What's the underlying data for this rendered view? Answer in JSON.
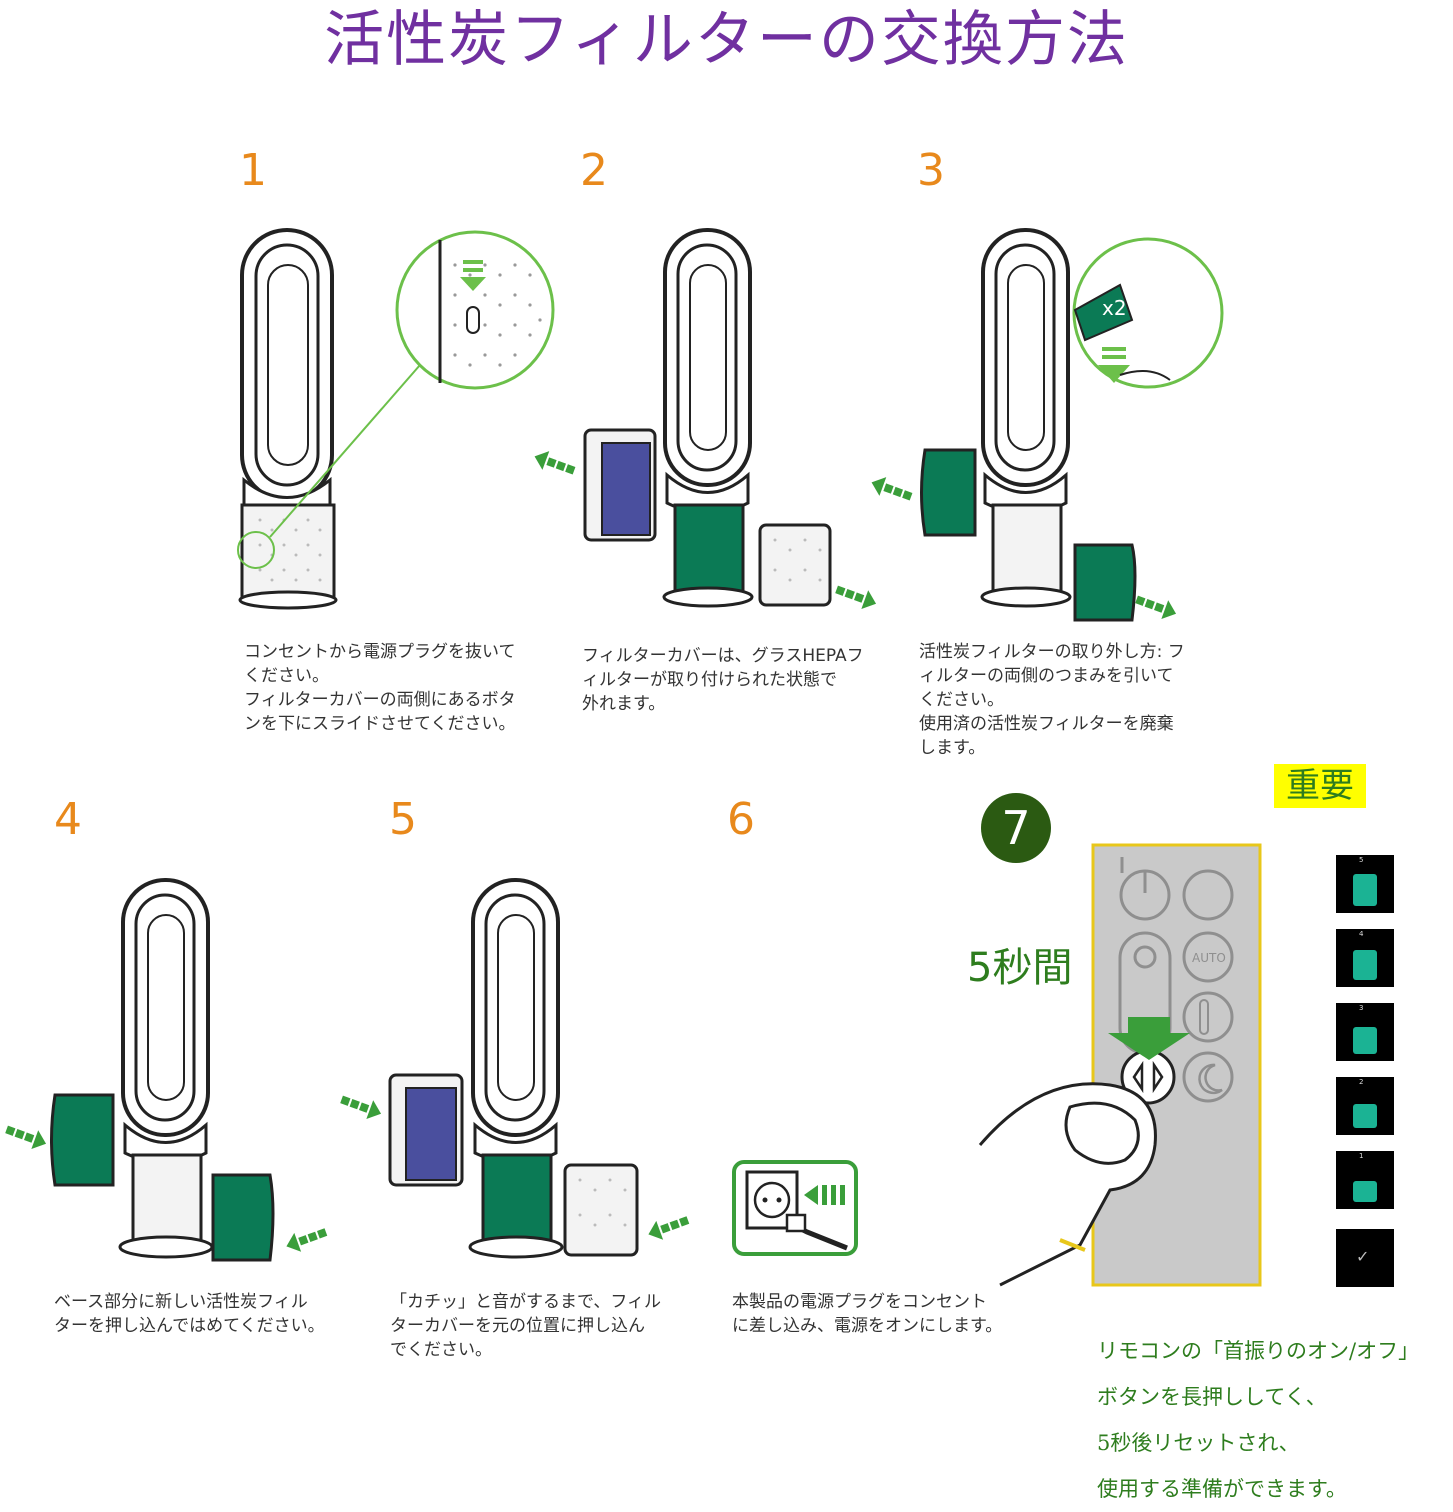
{
  "title": "活性炭フィルターの交換方法",
  "steps": [
    {
      "number": "1",
      "caption": "コンセントから電源プラグを抜いて\nください。\nフィルターカバーの両側にあるボタ\nンを下にスライドさせてください。"
    },
    {
      "number": "2",
      "caption": "フィルターカバーは、グラスHEPAフ\nィルターが取り付けられた状態で\n外れます。"
    },
    {
      "number": "3",
      "caption": "活性炭フィルターの取り外し方: フ\nィルターの両側のつまみを引いて\nください。\n使用済の活性炭フィルターを廃棄\nします。"
    },
    {
      "number": "4",
      "caption": "ベース部分に新しい活性炭フィル\nターを押し込んではめてください。"
    },
    {
      "number": "5",
      "caption": "「カチッ」と音がするまで、フィル\nターカバーを元の位置に押し込ん\nでください。"
    },
    {
      "number": "6",
      "caption": "本製品の電源プラグをコンセント\nに差し込み、電源をオンにします。"
    }
  ],
  "step7": {
    "number": "7",
    "important_label": "重要",
    "duration_label": "5秒間",
    "remote_auto_label": "AUTO",
    "callout_multiplier": "x2",
    "note_lines": [
      "リモコンの「首振りのオン/オフ」",
      "ボタンを長押ししてく、",
      "5秒後リセットされ、",
      "使用する準備ができます。"
    ],
    "reset_sequence": [
      "5",
      "4",
      "3",
      "2",
      "1",
      "✓"
    ]
  },
  "colors": {
    "title": "#7030a0",
    "step_number": "#e8891c",
    "accent_green": "#2e7d1e",
    "filter_green": "#0b7a55",
    "hepa_blue": "#4a4f9e",
    "callout_green": "#6cc04a",
    "important_bg": "#ffff00"
  }
}
